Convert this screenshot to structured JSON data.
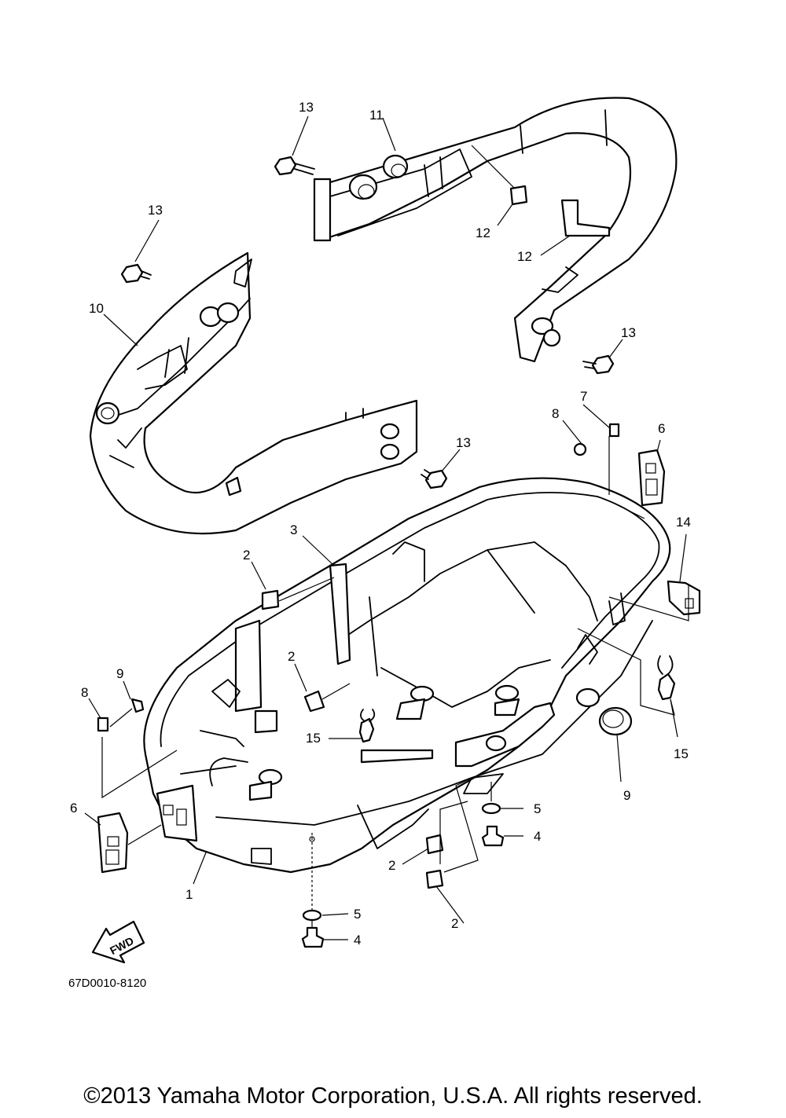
{
  "callouts": [
    "1",
    "2",
    "2",
    "2",
    "2",
    "3",
    "4",
    "4",
    "5",
    "5",
    "6",
    "6",
    "7",
    "7",
    "8",
    "8",
    "9",
    "10",
    "11",
    "12",
    "12",
    "13",
    "13",
    "13",
    "13",
    "14",
    "15",
    "15"
  ],
  "fwd_label": "FWD",
  "diagram_code": "67D0010-8120",
  "copyright": "©2013 Yamaha Motor Corporation, U.S.A. All rights reserved."
}
